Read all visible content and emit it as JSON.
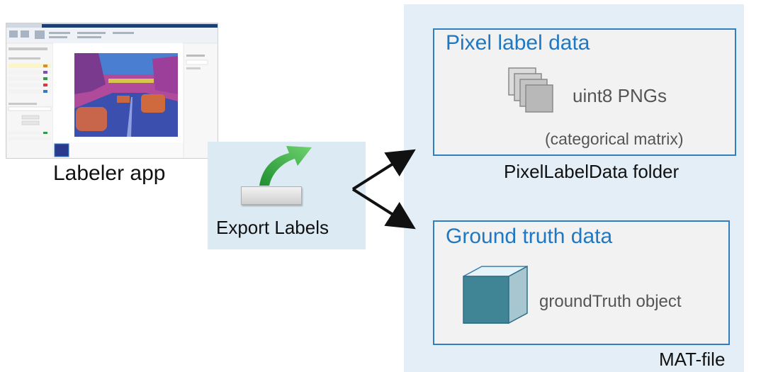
{
  "labeler": {
    "label": "Labeler app"
  },
  "export": {
    "label": "Export Labels"
  },
  "pixel_output": {
    "title": "Pixel label data",
    "item": "uint8 PNGs",
    "note": "(categorical matrix)",
    "container": "PixelLabelData folder"
  },
  "groundtruth_output": {
    "title": "Ground truth data",
    "item": "groundTruth object",
    "container": "MAT-file"
  },
  "colors": {
    "accent_blue": "#2f7fc1",
    "panel_blue": "#e3eef6",
    "export_panel": "#dceaf4",
    "arrow_green": "#2eaa3c",
    "box_fill": "#f2f2f2"
  },
  "icons": [
    "labeler-app-screenshot",
    "export-arrow-icon",
    "export-button-icon",
    "png-stack-icon",
    "cube-icon",
    "connector-arrows"
  ]
}
